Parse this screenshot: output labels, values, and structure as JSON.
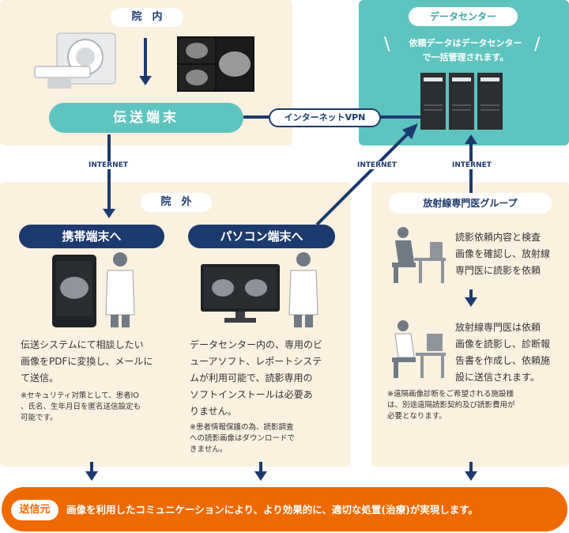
{
  "in_hospital": {
    "label": "院　内"
  },
  "transmission_terminal": {
    "label": "伝送端末"
  },
  "internet_vpn": {
    "label": "インターネットVPN"
  },
  "data_center": {
    "label": "データセンター",
    "description_line1": "依頼データはデータセンター",
    "description_line2": "で一括管理されます。"
  },
  "internet_label": "INTERNET",
  "out_hospital": {
    "label": "院　外"
  },
  "mobile": {
    "title": "携帯端末へ",
    "text_lines": [
      "伝送システムにて相談したい",
      "画像をPDFに変換し、メールに",
      "て送信。"
    ],
    "note_lines": [
      "※セキュリティ対策として、患者IO",
      "、氏名、生年月日を匿名送信設定も",
      "可能です。"
    ]
  },
  "pc": {
    "title": "パソコン端末へ",
    "text_lines": [
      "データセンター内の、専用のビ",
      "ューアソフト、レポートシステ",
      "ムが利用可能で、読影専用の",
      "ソフトインストールは必要あ",
      "りません。"
    ],
    "note_lines": [
      "※患者情報保護の為、読影調査",
      "への読影画像はダウンロードで",
      "きません。"
    ]
  },
  "radiology": {
    "title": "放射線専門医グループ",
    "step1_lines": [
      "読影依頼内容と検査",
      "画像を確認し、放射線",
      "専門医に読影を依頼"
    ],
    "step2_lines": [
      "放射線専門医は依頼",
      "画像を読影し、診断報",
      "告書を作成し、依頼施",
      "設に送信されます。"
    ],
    "note_lines": [
      "※遠隔画像診断をご希望される施設様",
      "は、別途遠隔読影契約及び読影費用が",
      "必要となります。"
    ]
  },
  "footer": {
    "badge": "送信元",
    "message": "画像を利用したコミュニケーションにより、より効果的に、適切な処置(治療)が実現します。"
  },
  "colors": {
    "navy": "#1d3a6e",
    "teal": "#5ec4c0",
    "orange": "#ee6a00",
    "beige": "#faf1e0"
  }
}
